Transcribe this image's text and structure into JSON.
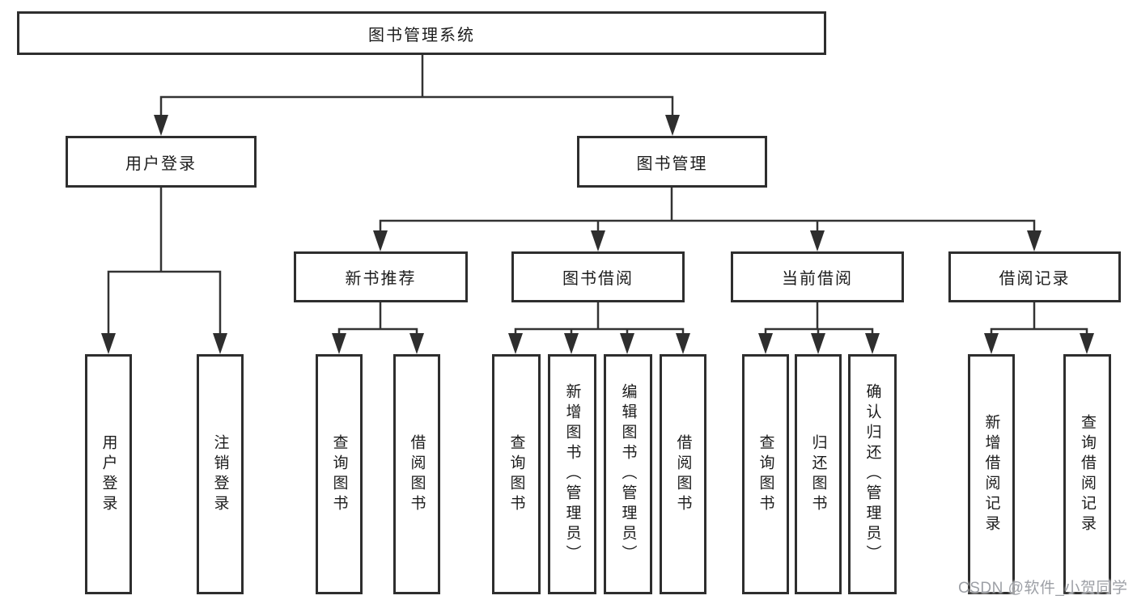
{
  "diagram": {
    "root": "图书管理系统",
    "branches": [
      {
        "label": "用户登录",
        "children": [
          "用户登录",
          "注销登录"
        ]
      },
      {
        "label": "图书管理",
        "sections": [
          {
            "label": "新书推荐",
            "children": [
              "查询图书",
              "借阅图书"
            ]
          },
          {
            "label": "图书借阅",
            "children": [
              "查询图书",
              "新增图书（管理员）",
              "编辑图书（管理员）",
              "借阅图书"
            ]
          },
          {
            "label": "当前借阅",
            "children": [
              "查询图书",
              "归还图书",
              "确认归还（管理员）"
            ]
          },
          {
            "label": "借阅记录",
            "children": [
              "新增借阅记录",
              "查询借阅记录"
            ]
          }
        ]
      }
    ]
  },
  "watermark": {
    "text": "CSDN @软件_小贺同学"
  },
  "colors": {
    "line": "#333333",
    "box_border": "#2e2e2e",
    "text": "#1c1c1c",
    "background": "#ffffff",
    "watermark": "#9da0a6"
  }
}
